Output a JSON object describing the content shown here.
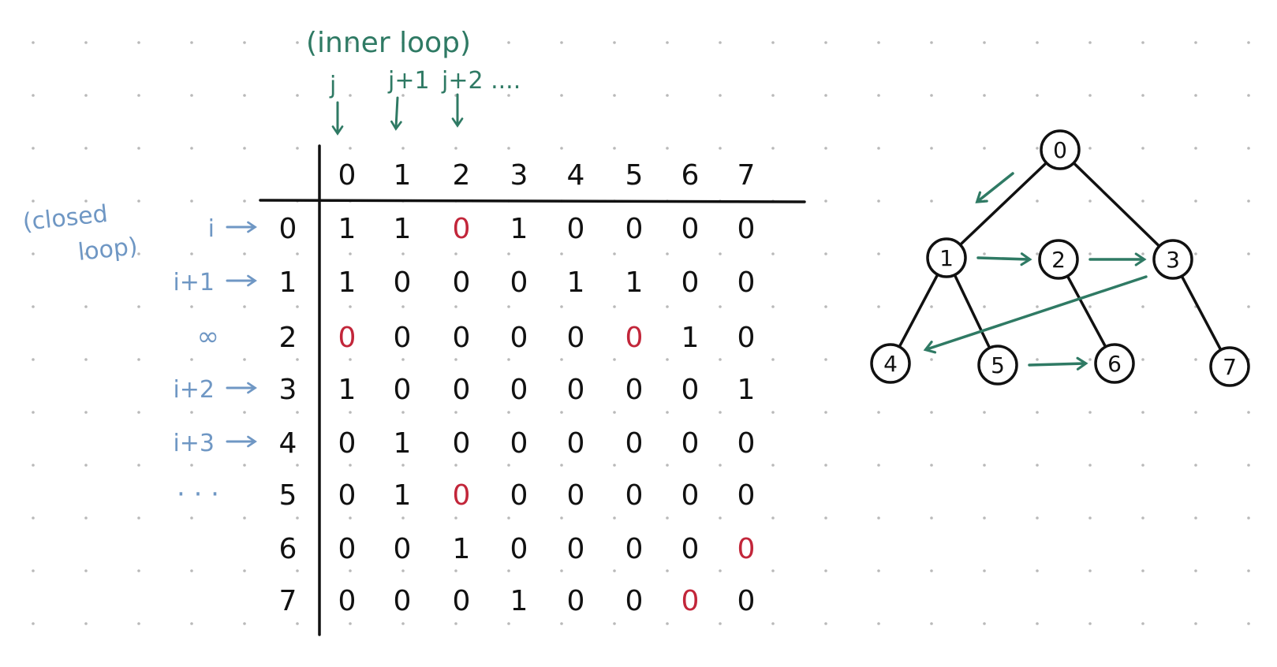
{
  "inner_loop": {
    "title": "(inner loop)",
    "labels": [
      "j",
      "j+1",
      "j+2 ...."
    ]
  },
  "closed_loop": {
    "title_line1": "(closed",
    "title_line2": "loop)"
  },
  "row_markers": [
    "i",
    "i+1",
    "∞",
    "i+2",
    "i+3",
    "· · ·",
    "",
    ""
  ],
  "column_headers": [
    "0",
    "1",
    "2",
    "3",
    "4",
    "5",
    "6",
    "7"
  ],
  "row_headers": [
    "0",
    "1",
    "2",
    "3",
    "4",
    "5",
    "6",
    "7"
  ],
  "matrix": [
    [
      "1",
      "1",
      "0",
      "1",
      "0",
      "0",
      "0",
      "0"
    ],
    [
      "1",
      "0",
      "0",
      "0",
      "1",
      "1",
      "0",
      "0"
    ],
    [
      "0",
      "0",
      "0",
      "0",
      "0",
      "0",
      "1",
      "0"
    ],
    [
      "1",
      "0",
      "0",
      "0",
      "0",
      "0",
      "0",
      "1"
    ],
    [
      "0",
      "1",
      "0",
      "0",
      "0",
      "0",
      "0",
      "0"
    ],
    [
      "0",
      "1",
      "0",
      "0",
      "0",
      "0",
      "0",
      "0"
    ],
    [
      "0",
      "0",
      "1",
      "0",
      "0",
      "0",
      "0",
      "0"
    ],
    [
      "0",
      "0",
      "0",
      "1",
      "0",
      "0",
      "0",
      "0"
    ]
  ],
  "highlighted_cells": [
    [
      0,
      2
    ],
    [
      2,
      0
    ],
    [
      2,
      5
    ],
    [
      5,
      2
    ],
    [
      6,
      7
    ],
    [
      7,
      6
    ]
  ],
  "tree": {
    "nodes": [
      "0",
      "1",
      "2",
      "3",
      "4",
      "5",
      "6",
      "7"
    ],
    "edges": [
      [
        "0",
        "1"
      ],
      [
        "0",
        "3"
      ],
      [
        "1",
        "4"
      ],
      [
        "1",
        "5"
      ],
      [
        "2",
        "6"
      ],
      [
        "3",
        "7"
      ]
    ],
    "traversal_arrows": [
      [
        "0",
        "1"
      ],
      [
        "1",
        "2"
      ],
      [
        "2",
        "3"
      ],
      [
        "3",
        "4"
      ],
      [
        "5",
        "6"
      ]
    ]
  },
  "colors": {
    "ink": "#111111",
    "green": "#2f7a64",
    "blue": "#6f97c4",
    "red": "#c2263a",
    "dot": "#b9b9b9"
  }
}
